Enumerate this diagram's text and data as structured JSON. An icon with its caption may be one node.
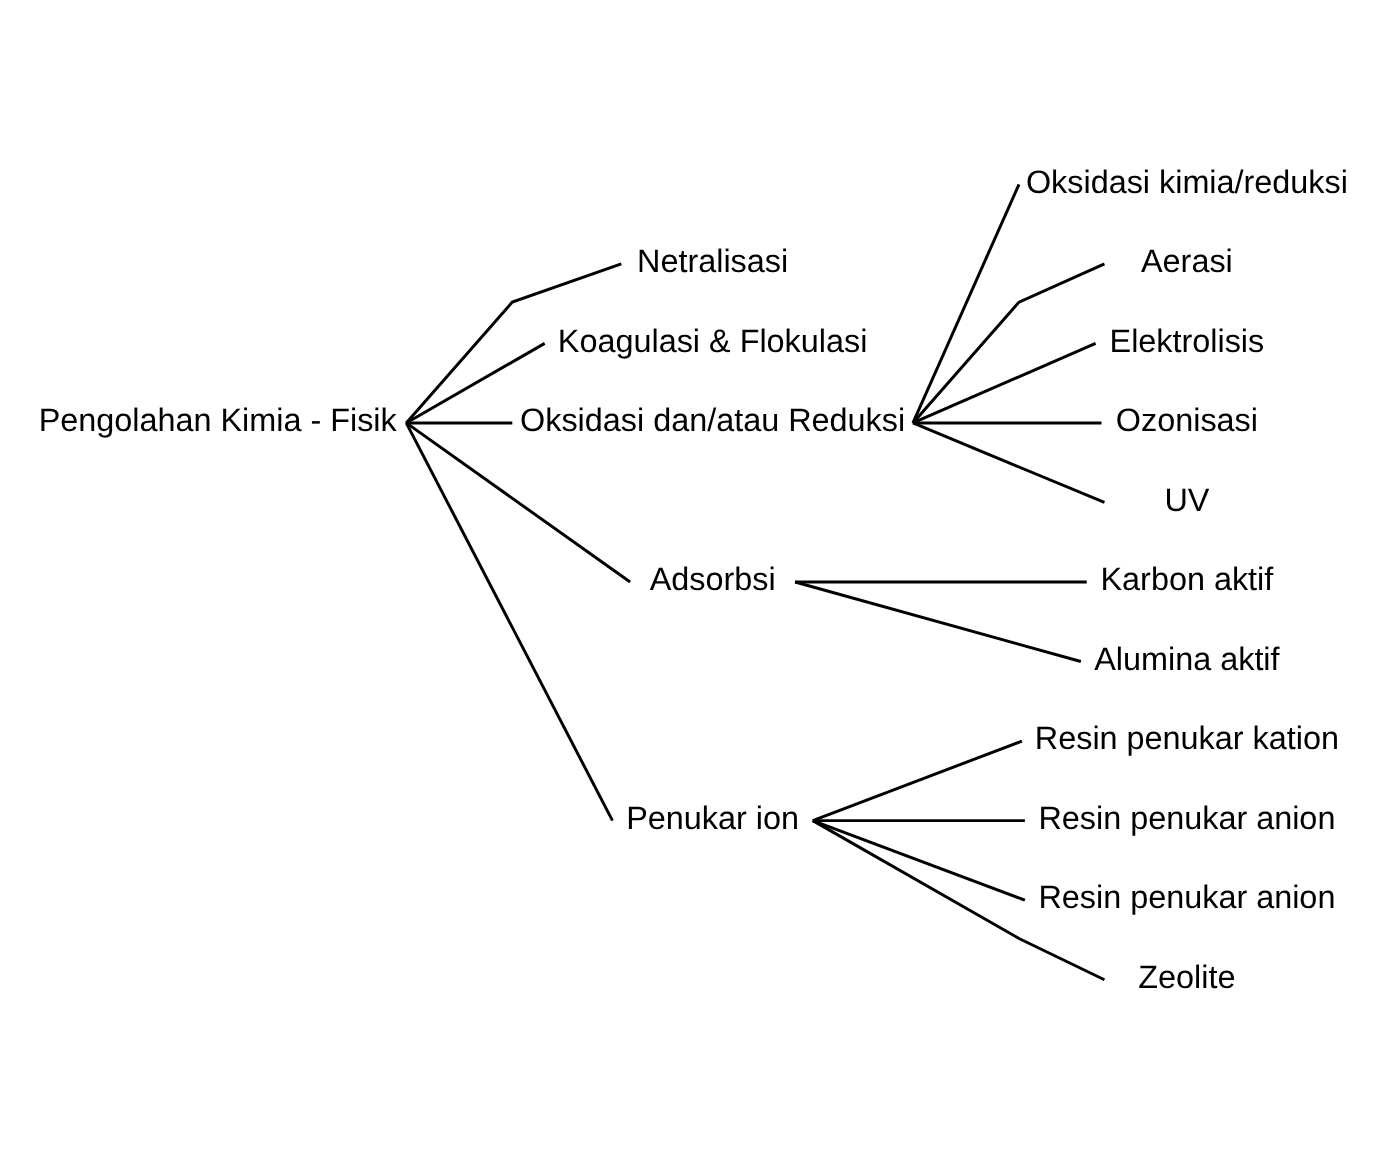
{
  "diagram": {
    "nodes": [
      {
        "text": [
          "Pengolahan Kimia - Fisik"
        ]
      },
      {
        "text": [
          "Netralisasi"
        ]
      },
      {
        "text": [
          "Koagulasi & Flokulasi"
        ]
      },
      {
        "text": [
          "Oksidasi dan/atau Reduksi"
        ]
      },
      {
        "text": [
          "Oksidasi kimia/reduksi"
        ]
      },
      {
        "text": [
          "Aerasi"
        ]
      },
      {
        "text": [
          "Elektrolisis"
        ]
      },
      {
        "text": [
          "Ozonisasi"
        ]
      },
      {
        "text": [
          "UV"
        ]
      },
      {
        "text": [
          "Adsorbsi"
        ]
      },
      {
        "text": [
          "Karbon aktif"
        ]
      },
      {
        "text": [
          "Alumina aktif"
        ]
      },
      {
        "text": [
          "Penukar ion"
        ]
      },
      {
        "text": [
          "Resin penukar kation"
        ]
      },
      {
        "text": [
          "Resin penukar anion"
        ]
      },
      {
        "text": [
          "Resin penukar anion"
        ]
      },
      {
        "text": [
          "Zeolite"
        ]
      }
    ],
    "edges": [
      {
        "from": 0,
        "to": 1,
        "arrow": "none"
      },
      {
        "from": 0,
        "to": 2,
        "arrow": "none"
      },
      {
        "from": 0,
        "to": 3,
        "arrow": "none"
      },
      {
        "from": 3,
        "to": 4,
        "arrow": "none"
      },
      {
        "from": 3,
        "to": 5,
        "arrow": "none"
      },
      {
        "from": 3,
        "to": 6,
        "arrow": "none"
      },
      {
        "from": 3,
        "to": 7,
        "arrow": "none"
      },
      {
        "from": 3,
        "to": 8,
        "arrow": "none"
      },
      {
        "from": 0,
        "to": 9,
        "arrow": "none"
      },
      {
        "from": 9,
        "to": 10,
        "arrow": "none"
      },
      {
        "from": 9,
        "to": 11,
        "arrow": "none"
      },
      {
        "from": 0,
        "to": 12,
        "arrow": "none"
      },
      {
        "from": 12,
        "to": 13,
        "arrow": "none"
      },
      {
        "from": 12,
        "to": 14,
        "arrow": "none"
      },
      {
        "from": 12,
        "to": 15,
        "arrow": "none"
      },
      {
        "from": 12,
        "to": 16,
        "arrow": "none"
      }
    ]
  }
}
